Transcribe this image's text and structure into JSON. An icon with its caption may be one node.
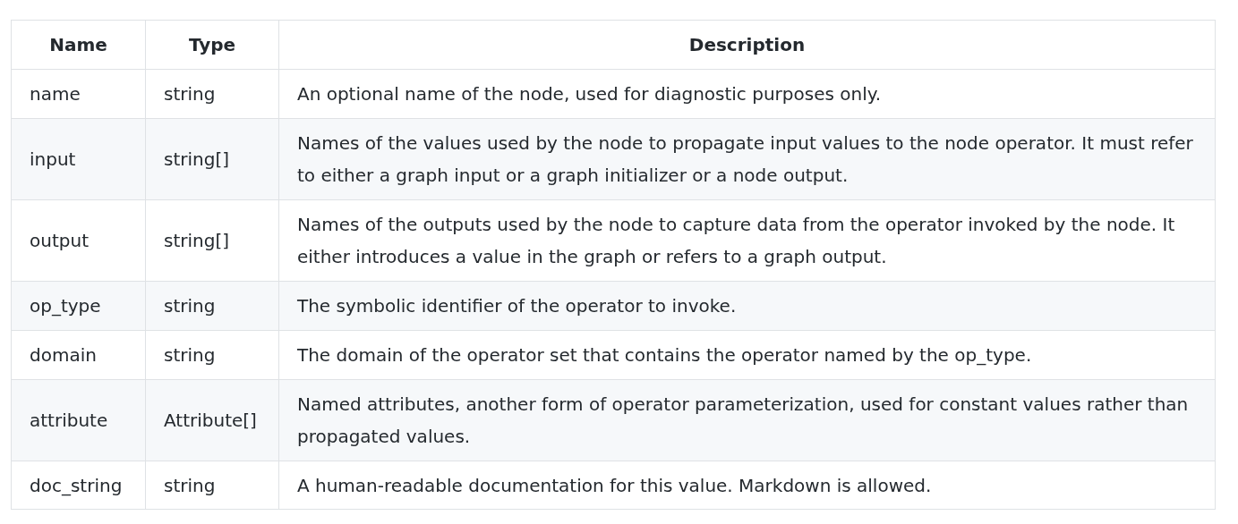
{
  "diagram": {
    "labels": [
      "Name",
      "Type",
      "Description",
      "name",
      "string",
      "An optional name of the node, used for diagnostic purposes only.",
      "input",
      "string[]",
      "Names of the values used by the node to propagate input values to the node operator. It must refer to either a graph input or a graph initializer or a node output.",
      "output",
      "string[]",
      "Names of the outputs used by the node to capture data from the operator invoked by the node. It either introduces a value in the graph or refers to a graph output.",
      "op_type",
      "string",
      "The symbolic identifier of the operator to invoke.",
      "domain",
      "string",
      "The domain of the operator set that contains the operator named by the op_type.",
      "attribute",
      "Attribute[]",
      "Named attributes, another form of operator parameterization, used for constant values rather than propagated values.",
      "doc_string",
      "string",
      "A human-readable documentation for this value. Markdown is allowed."
    ]
  }
}
